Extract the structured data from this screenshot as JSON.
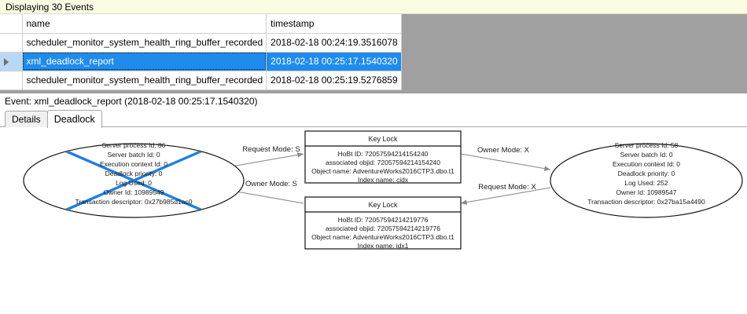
{
  "banner": {
    "text": "Displaying 30 Events"
  },
  "grid": {
    "columns": [
      "",
      "name",
      "timestamp"
    ],
    "rows": [
      {
        "selected": false,
        "marker": "",
        "name": "scheduler_monitor_system_health_ring_buffer_recorded",
        "timestamp": "2018-02-18 00:24:19.3516078"
      },
      {
        "selected": true,
        "marker": "row-selector-arrow",
        "name": "xml_deadlock_report",
        "timestamp": "2018-02-18 00:25:17.1540320"
      },
      {
        "selected": false,
        "marker": "",
        "name": "scheduler_monitor_system_health_ring_buffer_recorded",
        "timestamp": "2018-02-18 00:25:19.5276859"
      }
    ]
  },
  "event_header": {
    "text": "Event: xml_deadlock_report (2018-02-18 00:25:17.1540320)"
  },
  "tabs": [
    {
      "label": "Details",
      "active": false
    },
    {
      "label": "Deadlock",
      "active": true
    }
  ],
  "deadlock_graph": {
    "victim_process": {
      "is_victim": true,
      "lines": [
        "Server process Id: 86",
        "Server batch Id: 0",
        "Execution context Id: 0",
        "Deadlock priority: 0",
        "Log Used: 0",
        "Owner Id: 10989549",
        "Transaction descriptor: 0x27b985d1ac0"
      ]
    },
    "surviving_process": {
      "is_victim": false,
      "lines": [
        "Server process Id: 58",
        "Server batch Id: 0",
        "Execution context Id: 0",
        "Deadlock priority: 0",
        "Log Used: 252",
        "Owner Id: 10989547",
        "Transaction descriptor: 0x27ba15a4490"
      ]
    },
    "resources": [
      {
        "title": "Key Lock",
        "lines": [
          "HoBt ID: 72057594214154240",
          "associated objid: 72057594214154240",
          "Object name: AdventureWorks2016CTP3.dbo.t1",
          "Index name: cidx"
        ]
      },
      {
        "title": "Key Lock",
        "lines": [
          "HoBt ID: 72057594214219776",
          "associated objid: 72057594214219776",
          "Object name: AdventureWorks2016CTP3.dbo.t1",
          "Index name: idx1"
        ]
      }
    ],
    "edges": [
      {
        "label": "Request Mode: S"
      },
      {
        "label": "Owner Mode: X"
      },
      {
        "label": "Owner Mode: S"
      },
      {
        "label": "Request Mode: X"
      }
    ]
  },
  "colors": {
    "banner_bg": "#fcfbe3",
    "selection_blue": "#1f8ced",
    "victim_cross": "#1f7fe0",
    "canvas_gray": "#a0a0a0"
  }
}
